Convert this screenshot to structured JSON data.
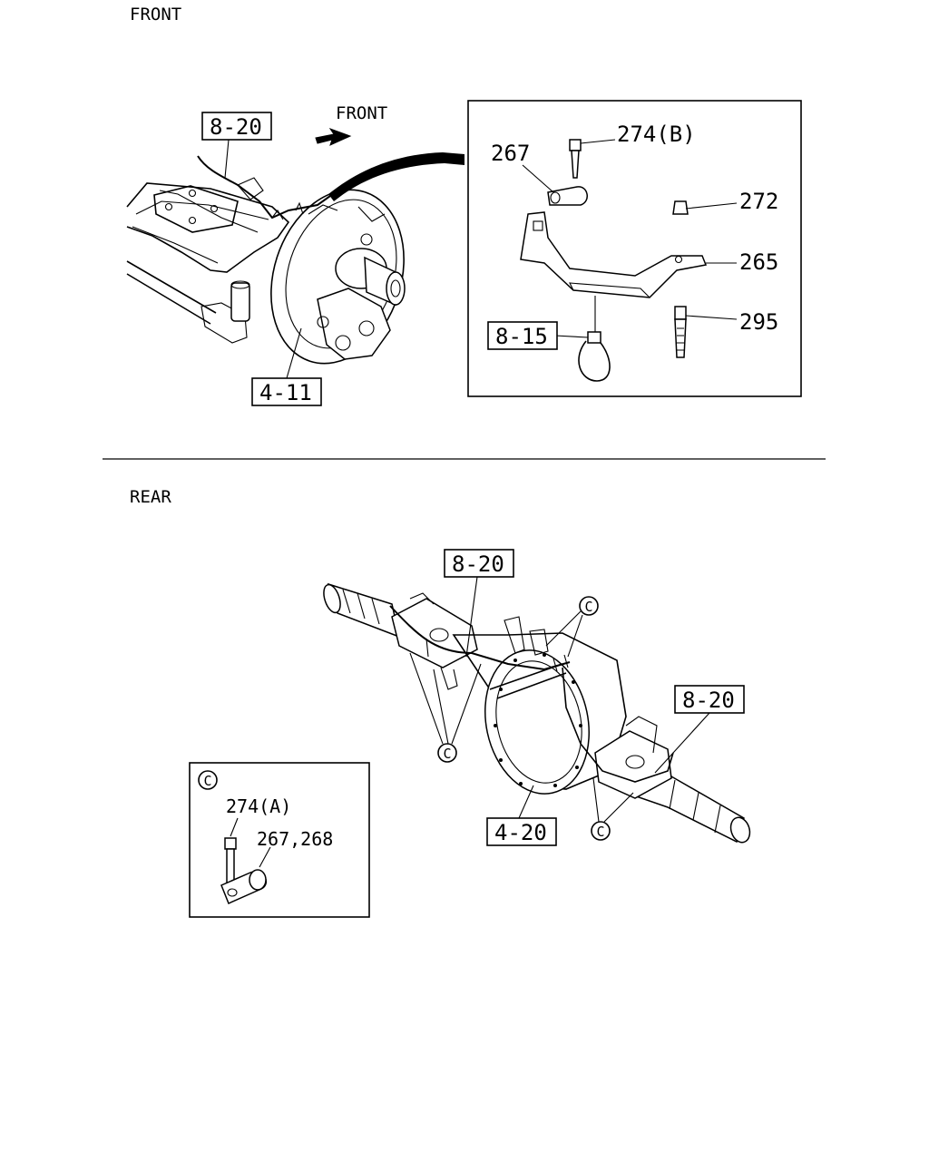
{
  "front": {
    "section_label": "FRONT",
    "direction_label": "FRONT",
    "ref_8_20": "8-20",
    "ref_4_11": "4-11",
    "detail": {
      "ref_8_15": "8-15",
      "callouts": [
        "267",
        "274(B)",
        "272",
        "265",
        "295"
      ]
    }
  },
  "rear": {
    "section_label": "REAR",
    "ref_8_20_a": "8-20",
    "ref_8_20_b": "8-20",
    "ref_4_20": "4-20",
    "marker": "C",
    "detail": {
      "marker": "C",
      "callouts": [
        "274(A)",
        "267,268"
      ]
    }
  }
}
